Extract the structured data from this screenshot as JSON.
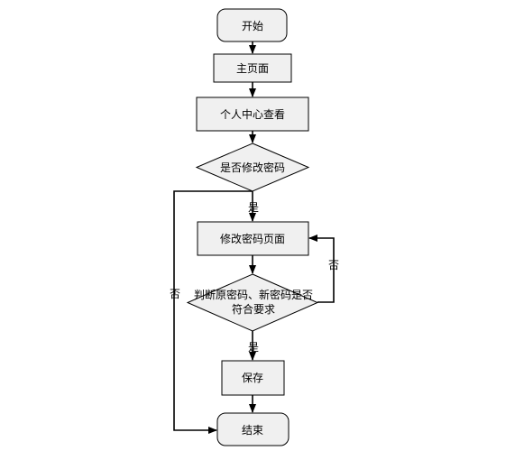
{
  "nodes": {
    "start": "开始",
    "home": "主页面",
    "profile": "个人中心查看",
    "decision_modify": "是否修改密码",
    "change_page": "修改密码页面",
    "decision_check_line1": "判断原密码、新密码是否",
    "decision_check_line2": "符合要求",
    "save": "保存",
    "end": "结束"
  },
  "edges": {
    "modify_yes": "是",
    "modify_no": "否",
    "check_yes": "是",
    "check_no": "否"
  }
}
